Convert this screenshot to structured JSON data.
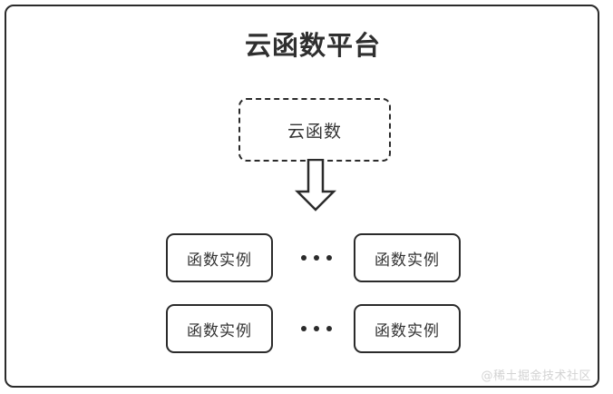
{
  "diagram": {
    "title": "云函数平台",
    "colors": {
      "stroke": "#2b2b2b",
      "text": "#333333",
      "title_text": "#2f2f2f",
      "background": "#ffffff",
      "watermark_text": "#d3d3d3"
    },
    "cloud_function": {
      "label": "云函数",
      "border_style": "dashed"
    },
    "arrow": {
      "name": "down-block-arrow",
      "direction": "down"
    },
    "instance_rows": [
      {
        "left_label": "函数实例",
        "ellipsis": "...",
        "right_label": "函数实例"
      },
      {
        "left_label": "函数实例",
        "ellipsis": "...",
        "right_label": "函数实例"
      }
    ],
    "watermark": "@稀土掘金技术社区"
  }
}
